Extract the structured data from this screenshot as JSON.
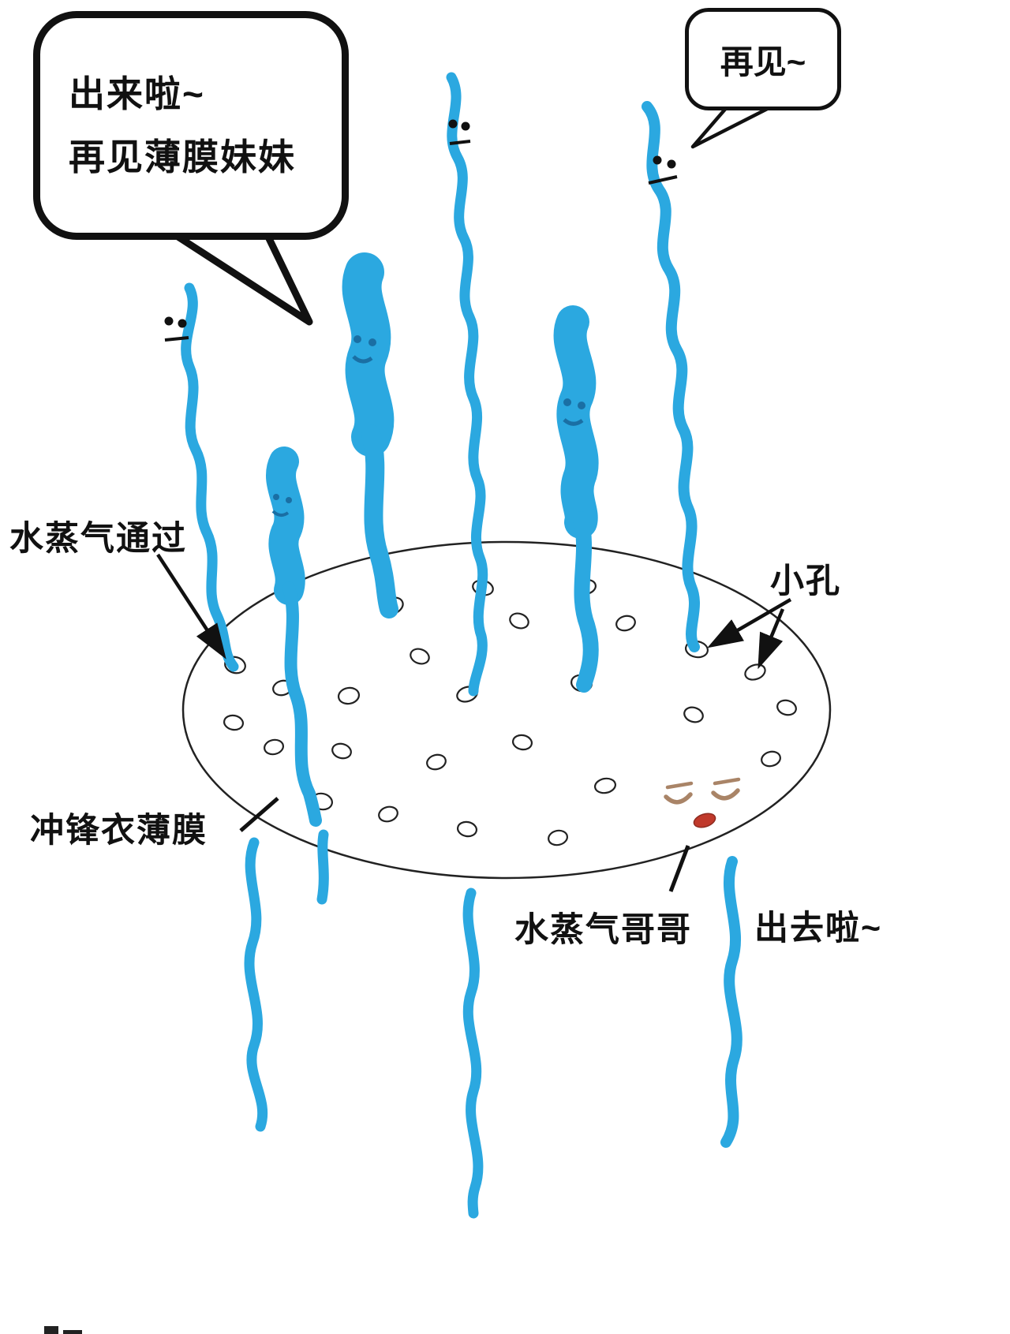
{
  "speech_bubbles": {
    "left": {
      "line1": "出来啦~",
      "line2": "再见薄膜妹妹"
    },
    "right": {
      "text": "再见~"
    }
  },
  "labels": {
    "vapor_pass": "水蒸气通过",
    "small_holes": "小孔",
    "membrane": "冲锋衣薄膜",
    "vapor_brother": "水蒸气哥哥",
    "going_out": "出去啦~"
  },
  "icons": {
    "vapor_streams": "wavy-blue-water-vapor-lines",
    "membrane_shape": "ellipse-with-small-holes",
    "faces": "smiley-faces-on-vapor-streams"
  },
  "colors": {
    "vapor_blue": "#2BA8E0",
    "outline_black": "#111111",
    "blob_face_blue": "#1A6FA4",
    "brother_face_tan": "#A98467",
    "tongue_red": "#C0392B",
    "background": "#FFFFFF"
  }
}
